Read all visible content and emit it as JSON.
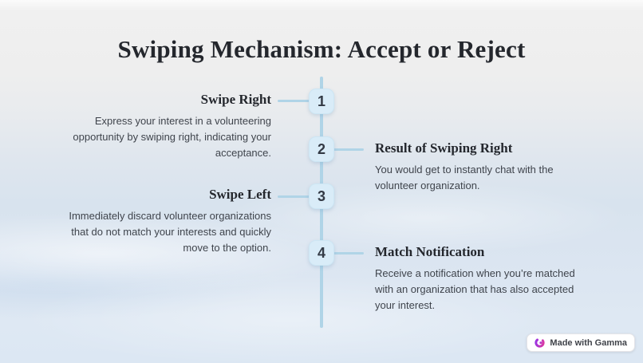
{
  "title": "Swiping Mechanism: Accept or Reject",
  "steps": [
    {
      "number": "1",
      "side": "left",
      "heading": "Swipe Right",
      "body": "Express your interest in a volunteering opportunity by swiping right, indicating your acceptance."
    },
    {
      "number": "2",
      "side": "right",
      "heading": "Result of Swiping Right",
      "body": "You would get to instantly chat with the volunteer organization."
    },
    {
      "number": "3",
      "side": "left",
      "heading": "Swipe Left",
      "body": "Immediately discard volunteer organizations that do not match your interests and quickly move to the option."
    },
    {
      "number": "4",
      "side": "right",
      "heading": "Match Notification",
      "body": "Receive a notification when you’re matched with an organization that has also accepted your interest."
    }
  ],
  "badge": {
    "label": "Made with Gamma",
    "logo_icon": "gamma-logo-icon"
  },
  "colors": {
    "timeline": "#b0d4e7",
    "number_box_fill": "#d9ecf8",
    "number_box_border": "#cde6f4",
    "heading_text": "#24272d",
    "body_text": "#3f444c",
    "background_top": "#eeeeee",
    "background_bottom": "#dce7f3",
    "badge_gradient_start": "#9333ea",
    "badge_gradient_end": "#e1399b"
  }
}
